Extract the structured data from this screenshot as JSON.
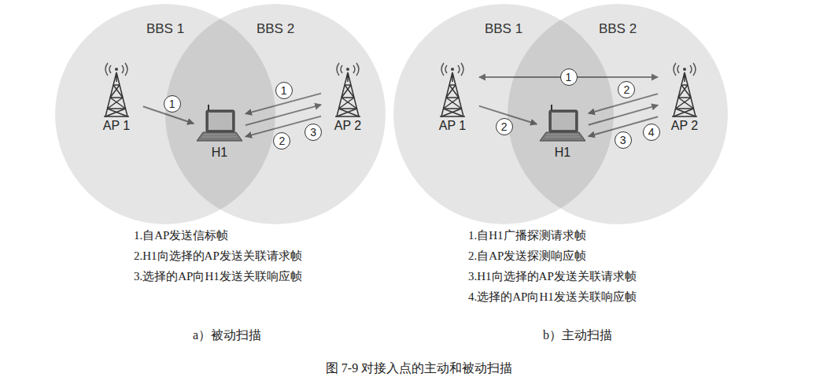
{
  "diagram": {
    "caption": "图 7-9 对接入点的主动和被动扫描",
    "nodes": [
      {
        "text": [
          "BBS 1"
        ]
      },
      {
        "text": [
          "BBS 2"
        ]
      },
      {
        "text": [
          "AP 1"
        ],
        "in": 0
      },
      {
        "text": [
          "AP 2"
        ],
        "in": 1
      },
      {
        "text": [
          "H1"
        ]
      },
      {
        "text": [
          "BBS 1"
        ]
      },
      {
        "text": [
          "BBS 2"
        ]
      },
      {
        "text": [
          "AP 1"
        ],
        "in": 5
      },
      {
        "text": [
          "AP 2"
        ],
        "in": 6
      },
      {
        "text": [
          "H1"
        ]
      }
    ],
    "edges": [
      {
        "from": 2,
        "to": 4,
        "arrow": "to",
        "label": "1"
      },
      {
        "from": 3,
        "to": 4,
        "arrow": "to",
        "label": "1"
      },
      {
        "from": 4,
        "to": 3,
        "arrow": "to",
        "label": "2"
      },
      {
        "from": 3,
        "to": 4,
        "arrow": "to",
        "label": "3"
      },
      {
        "from": 7,
        "to": 8,
        "arrow": "both",
        "label": "1"
      },
      {
        "from": 7,
        "to": 9,
        "arrow": "to",
        "label": "2"
      },
      {
        "from": 8,
        "to": 9,
        "arrow": "to",
        "label": "2"
      },
      {
        "from": 9,
        "to": 8,
        "arrow": "to",
        "label": "3"
      },
      {
        "from": 8,
        "to": 9,
        "arrow": "to",
        "label": "4"
      }
    ],
    "labels": [
      "1.自AP发送信标帧",
      "2.H1向选择的AP发送关联请求帧",
      "3.选择的AP向H1发送关联响应帧",
      "1.自H1广播探测请求帧",
      "2.自AP发送探测响应帧",
      "3.H1向选择的AP发送关联请求帧",
      "4.选择的AP向H1发送关联响应帧",
      "a）被动扫描",
      "b）主动扫描"
    ]
  }
}
